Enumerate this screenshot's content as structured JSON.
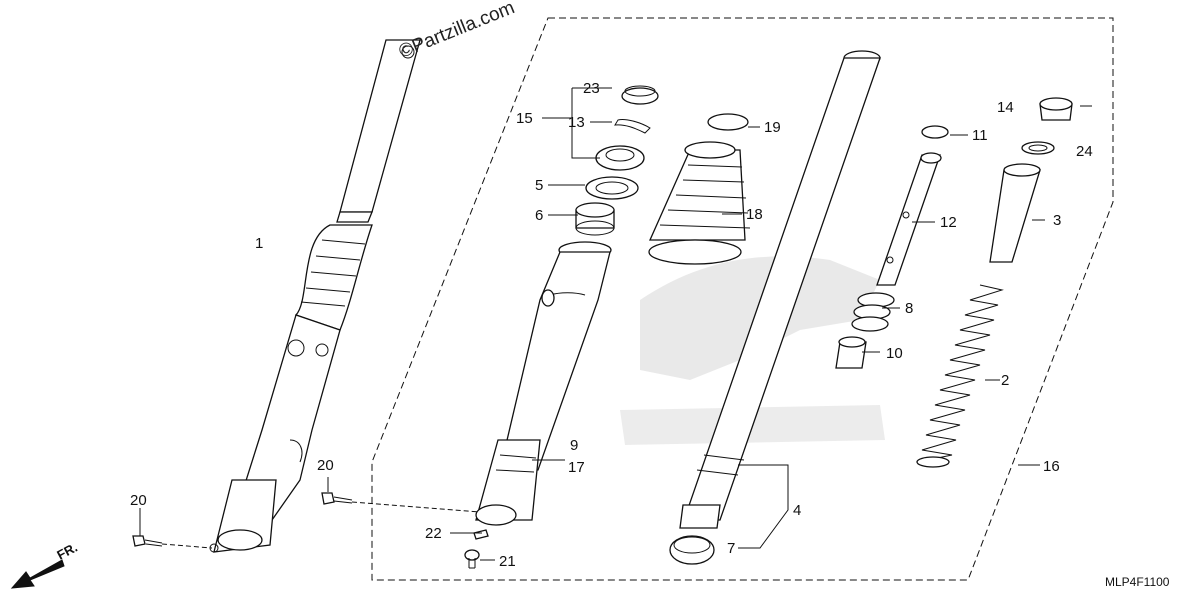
{
  "watermark": "©Partzilla.com",
  "diagram_code": "MLP4F1100",
  "direction_label": "FR.",
  "callouts": {
    "p1": "1",
    "p2": "2",
    "p3": "3",
    "p4": "4",
    "p5": "5",
    "p6": "6",
    "p7": "7",
    "p8": "8",
    "p9": "9",
    "p10": "10",
    "p11": "11",
    "p12": "12",
    "p13": "13",
    "p14": "14",
    "p15": "15",
    "p16": "16",
    "p17": "17",
    "p18": "18",
    "p19": "19",
    "p20a": "20",
    "p20b": "20",
    "p21": "21",
    "p22": "22",
    "p23": "23",
    "p24": "24"
  },
  "icons": {
    "direction_arrow": "arrow-down-left-icon"
  }
}
